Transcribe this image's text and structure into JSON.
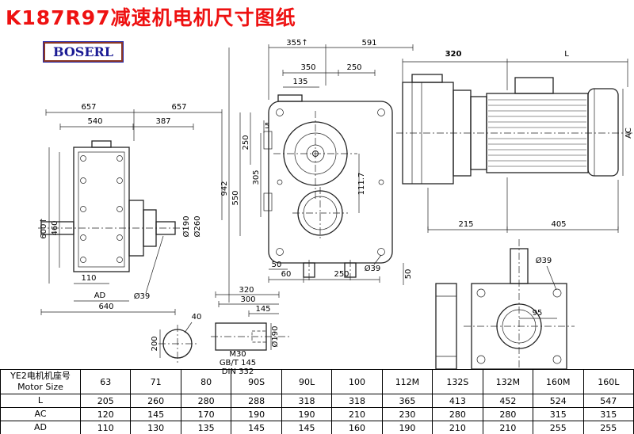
{
  "title": "K187R97减速机电机尺寸图纸",
  "logo": "BOSERL",
  "left_view": {
    "w1": "657",
    "w2": "657",
    "w3": "540",
    "w4": "387",
    "h1": "600↑",
    "h2": "460",
    "b1": "110",
    "b2": "AD",
    "b3": "640",
    "b4": "Ø39",
    "r1": "Ø190",
    "r2": "Ø260"
  },
  "front_view": {
    "t1": "355↑",
    "t2": "591",
    "t3": "350",
    "t4": "250",
    "t5": "135",
    "l1": "942",
    "l2": "550",
    "l3": "250",
    "l4": "5",
    "l5": "305",
    "r1": "111.7",
    "r2": "50",
    "b1": "50",
    "b2": "60",
    "b3": "250",
    "b4": "Ø39"
  },
  "motor_view": {
    "t1": "320",
    "t2": "L",
    "r1": "AC",
    "b1": "215",
    "b2": "405"
  },
  "detail_circle": {
    "d1": "40",
    "d2": "200"
  },
  "detail_shaft": {
    "t1": "320",
    "t2": "300",
    "t3": "145",
    "n1": "M30",
    "n2": "GB/T 145",
    "n3": "DIN 332",
    "r1": "Ø190"
  },
  "detail_flange": {
    "d1": "Ø39",
    "d2": "95"
  },
  "table": {
    "header_cn": "YE2电机机座号",
    "header_en": "Motor Size",
    "columns": [
      "63",
      "71",
      "80",
      "90S",
      "90L",
      "100",
      "112M",
      "132S",
      "132M",
      "160M",
      "160L"
    ],
    "rows": [
      {
        "label": "L",
        "values": [
          "205",
          "260",
          "280",
          "288",
          "318",
          "318",
          "365",
          "413",
          "452",
          "524",
          "547"
        ]
      },
      {
        "label": "AC",
        "values": [
          "120",
          "145",
          "170",
          "190",
          "190",
          "210",
          "230",
          "280",
          "280",
          "315",
          "315"
        ]
      },
      {
        "label": "AD",
        "values": [
          "110",
          "130",
          "135",
          "145",
          "145",
          "160",
          "190",
          "210",
          "210",
          "255",
          "255"
        ]
      }
    ]
  }
}
